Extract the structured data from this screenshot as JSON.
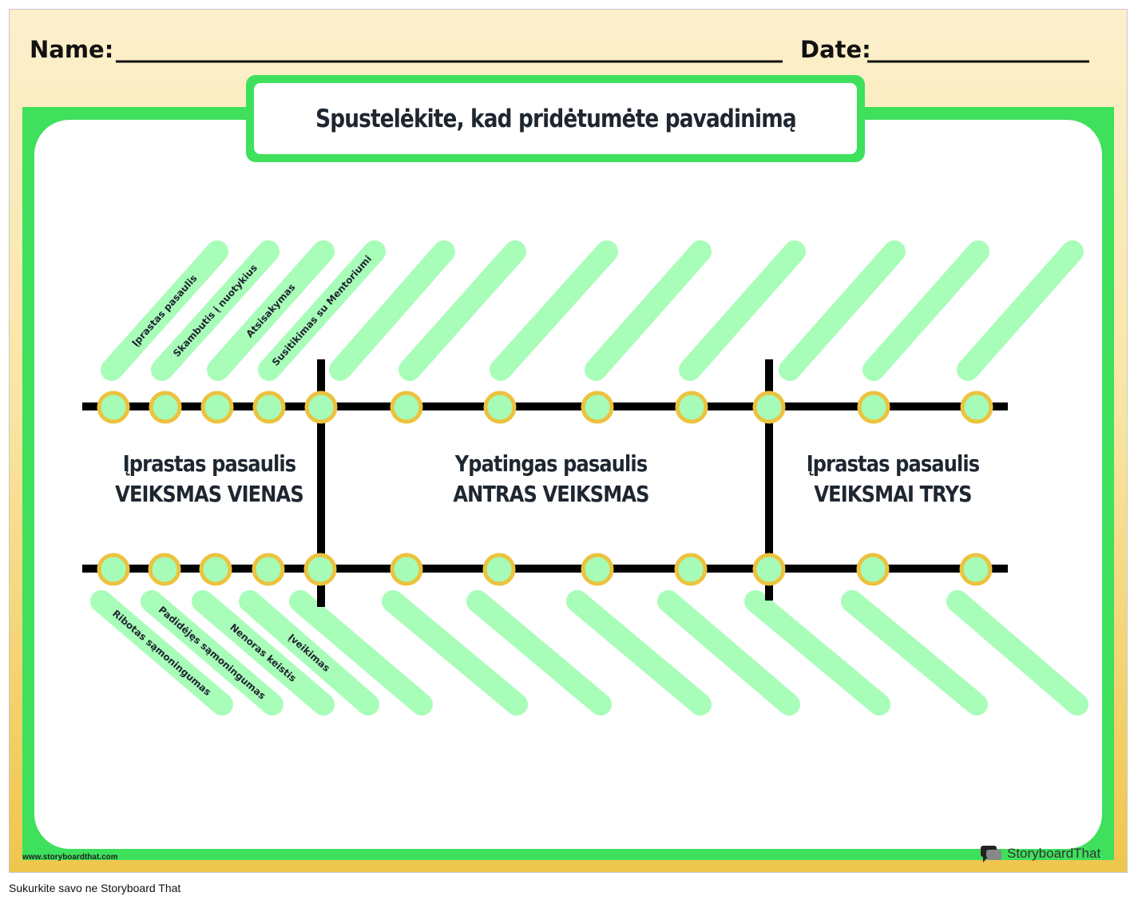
{
  "header": {
    "name_label": "Name:",
    "date_label": "Date:"
  },
  "title": "Spustelėkite, kad pridėtumėte pavadinimą",
  "acts": [
    {
      "world": "Įprastas pasaulis",
      "act": "VEIKSMAS VIENAS"
    },
    {
      "world": "Ypatingas pasaulis",
      "act": "ANTRAS VEIKSMAS"
    },
    {
      "world": "Įprastas pasaulis",
      "act": "VEIKSMAI TRYS"
    }
  ],
  "top_stages": [
    "Įprastas pasaulis",
    "Skambutis į nuotykius",
    "Atsisakymas",
    "Susitikimas su Mentoriumi",
    "",
    "",
    "",
    "",
    "",
    "",
    "",
    ""
  ],
  "bottom_stages": [
    "Ribotas sąmoningumas",
    "Padidėjęs sąmoningumas",
    "Nenoras keistis",
    "Įveikimas",
    "",
    "",
    "",
    "",
    "",
    "",
    "",
    ""
  ],
  "colors": {
    "green_frame": "#3ee05c",
    "bar": "#a8fdb9",
    "node_fill": "#a6fbb6",
    "node_ring": "#ecc23e",
    "line": "#000000"
  },
  "footer": {
    "url": "www.storyboardthat.com",
    "brand": "StoryboardThat",
    "caption": "Sukurkite savo ne Storyboard That"
  }
}
